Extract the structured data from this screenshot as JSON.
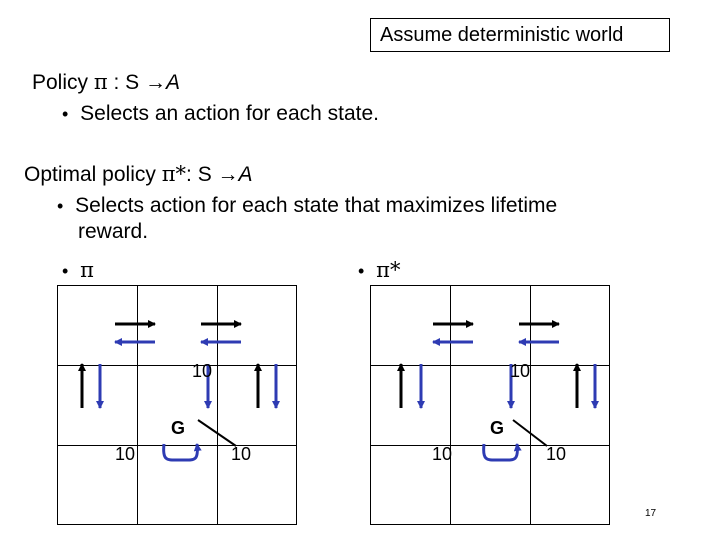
{
  "note": "Assume deterministic world",
  "policy": {
    "heading_prefix": "Policy ",
    "heading_symbol": "π",
    "heading_suffix": " : S ",
    "heading_arrow": "→",
    "heading_tail": "A",
    "bullet": "•",
    "bullet_text": "Selects an action for each state."
  },
  "optimal_policy": {
    "heading_prefix": "Optimal policy ",
    "heading_symbol": "π*",
    "heading_suffix": ": S ",
    "heading_arrow": "→",
    "heading_tail": "A",
    "bullet": "•",
    "bullet_line1": "Selects action for each state that maximizes lifetime",
    "bullet_line2": "reward."
  },
  "grids": [
    {
      "bullet": "•",
      "label": "π",
      "rewards": {
        "top": "10",
        "left": "10",
        "right": "10"
      },
      "goal": "G"
    },
    {
      "bullet": "•",
      "label": "π*",
      "rewards": {
        "top": "10",
        "left": "10",
        "right": "10"
      },
      "goal": "G"
    }
  ],
  "colors": {
    "policy_arrow": "#2e3bb3",
    "line": "#000000"
  },
  "page_number": "17"
}
